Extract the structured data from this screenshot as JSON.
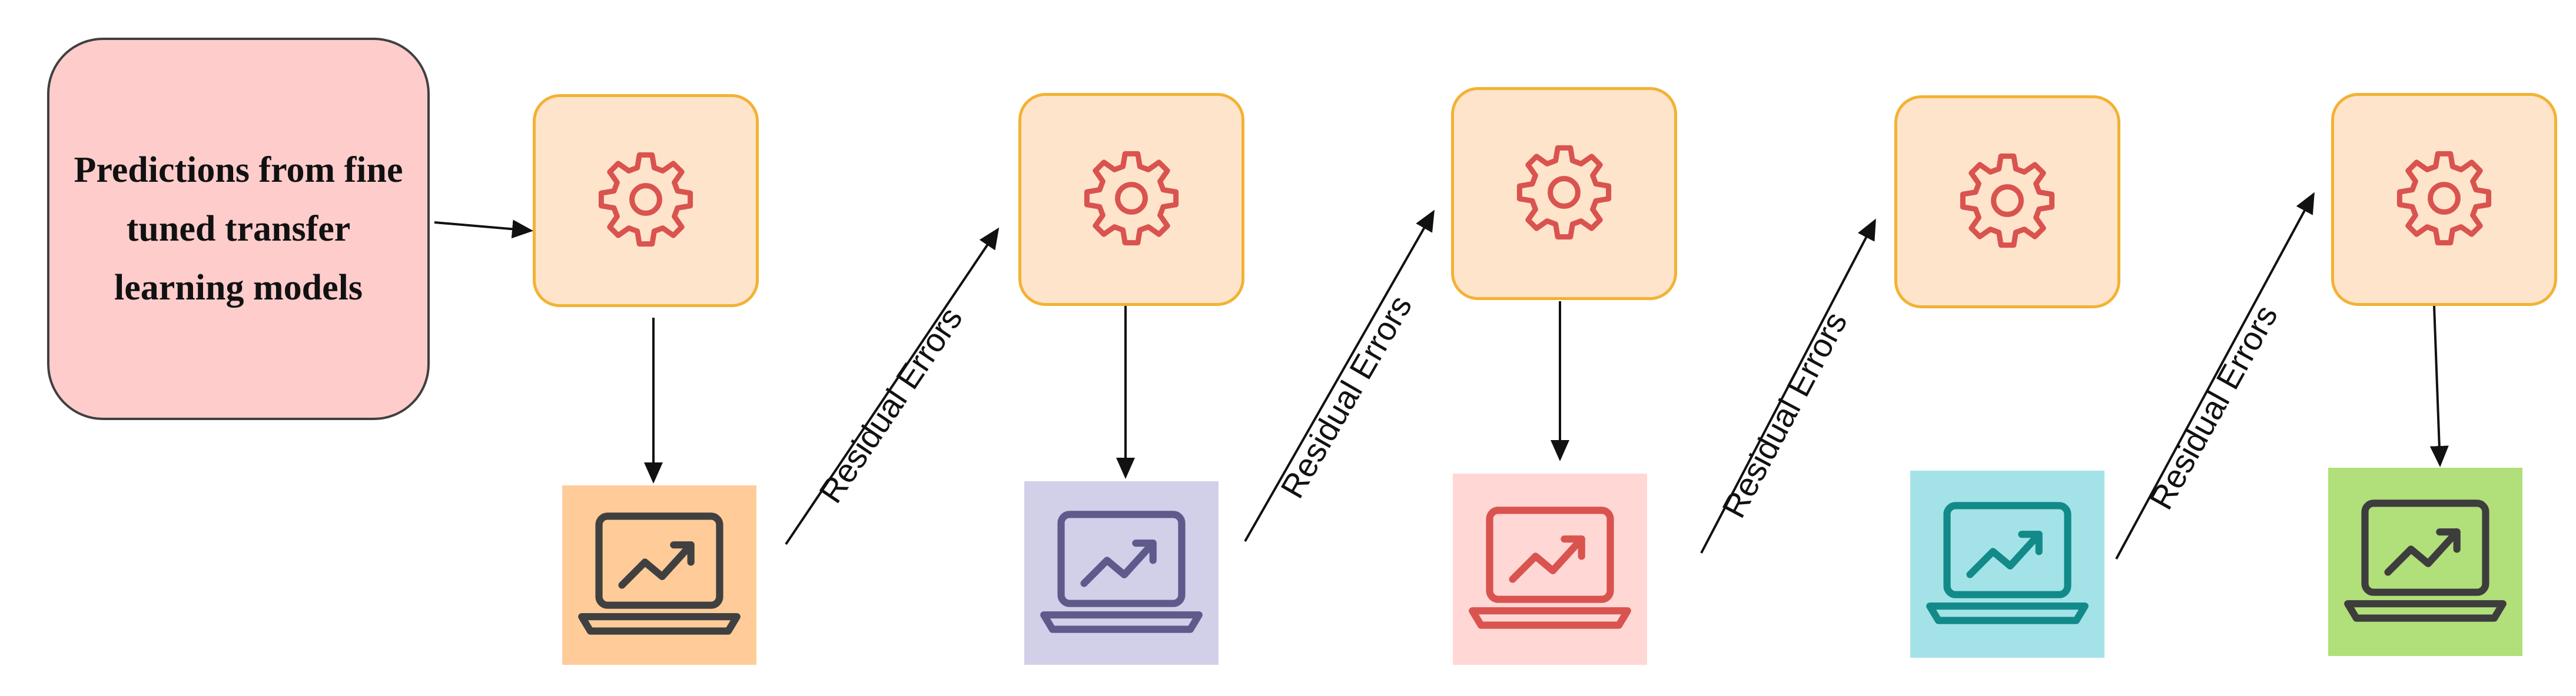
{
  "input_node": {
    "text": "Predictions from fine tuned transfer learning models",
    "fill": "#ffcccc"
  },
  "gear_nodes": [
    {
      "icon": "gear-icon",
      "fill": "#ffe4cc",
      "stroke": "#f2b233",
      "icon_color": "#d9534f"
    },
    {
      "icon": "gear-icon",
      "fill": "#ffe4cc",
      "stroke": "#f2b233",
      "icon_color": "#d9534f"
    },
    {
      "icon": "gear-icon",
      "fill": "#ffe4cc",
      "stroke": "#f2b233",
      "icon_color": "#d9534f"
    },
    {
      "icon": "gear-icon",
      "fill": "#ffe4cc",
      "stroke": "#f2b233",
      "icon_color": "#d9534f"
    },
    {
      "icon": "gear-icon",
      "fill": "#ffe4cc",
      "stroke": "#f2b233",
      "icon_color": "#d9534f"
    }
  ],
  "result_nodes": [
    {
      "icon": "laptop-chart-icon",
      "fill": "#ffcc99",
      "icon_color": "#404040"
    },
    {
      "icon": "laptop-chart-icon",
      "fill": "#d2cfe8",
      "icon_color": "#5e5a8c"
    },
    {
      "icon": "laptop-chart-icon",
      "fill": "#ffd7d5",
      "icon_color": "#d9534f"
    },
    {
      "icon": "laptop-chart-icon",
      "fill": "#a3e3e8",
      "icon_color": "#138a8a"
    },
    {
      "icon": "laptop-chart-icon",
      "fill": "#b1df79",
      "icon_color": "#3d3d3d"
    }
  ],
  "edge_labels": [
    {
      "text": "Residual Errors"
    },
    {
      "text": "Residual Errors"
    },
    {
      "text": "Residual Errors"
    },
    {
      "text": "Residual Errors"
    }
  ]
}
